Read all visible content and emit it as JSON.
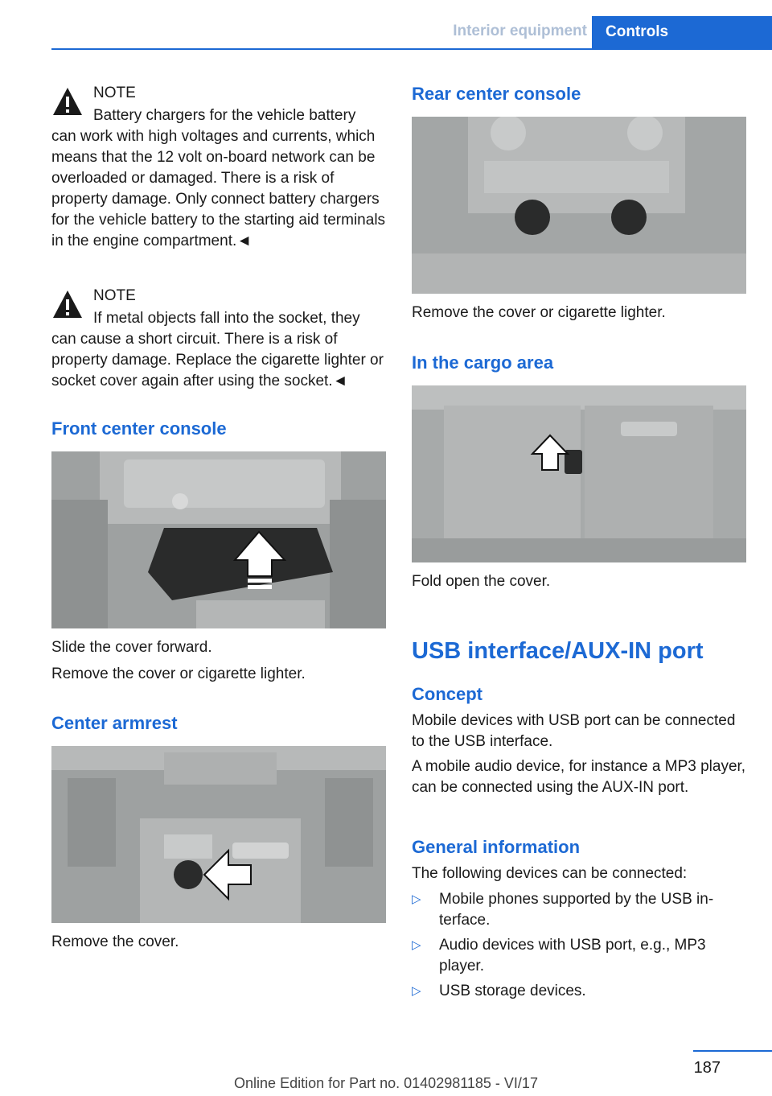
{
  "header": {
    "section": "Interior equipment",
    "tab": "Controls"
  },
  "left": {
    "note1": {
      "label": "NOTE",
      "line1": "Battery chargers for the vehicle battery",
      "rest": "can work with high voltages and currents, which means that the 12 volt on-board net­work can be overloaded or damaged. There is a risk of property damage. Only connect bat­tery chargers for the vehicle battery to the starting aid terminals in the engine compart­ment.◄"
    },
    "note2": {
      "label": "NOTE",
      "line1": "If metal objects fall into the socket, they",
      "rest": "can cause a short circuit. There is a risk of property damage. Replace the cigarette lighter or socket cover again after using the socket.◄"
    },
    "front_heading": "Front center console",
    "front_p1": "Slide the cover forward.",
    "front_p2": "Remove the cover or cigarette lighter.",
    "armrest_heading": "Center armrest",
    "armrest_p": "Remove the cover."
  },
  "right": {
    "rear_heading": "Rear center console",
    "rear_p": "Remove the cover or cigarette lighter.",
    "cargo_heading": "In the cargo area",
    "cargo_p": "Fold open the cover.",
    "usb_title": "USB interface/AUX-IN port",
    "concept_heading": "Concept",
    "concept_p1": "Mobile devices with USB port can be con­nected to the USB interface.",
    "concept_p2": "A mobile audio device, for instance a MP3 player, can be connected using the AUX-IN port.",
    "general_heading": "General information",
    "general_p": "The following devices can be connected:",
    "bullets": [
      "Mobile phones supported by the USB in­terface.",
      "Audio devices with USB port, e.g., MP3 player.",
      "USB storage devices."
    ],
    "bullet_mark": "▷"
  },
  "footer": {
    "page": "187",
    "edition": "Online Edition for Part no. 01402981185 - VI/17"
  },
  "colors": {
    "accent": "#1c69d4",
    "figure_bg": "#a9abab"
  },
  "icons": {
    "warning": "warning-triangle-icon"
  }
}
